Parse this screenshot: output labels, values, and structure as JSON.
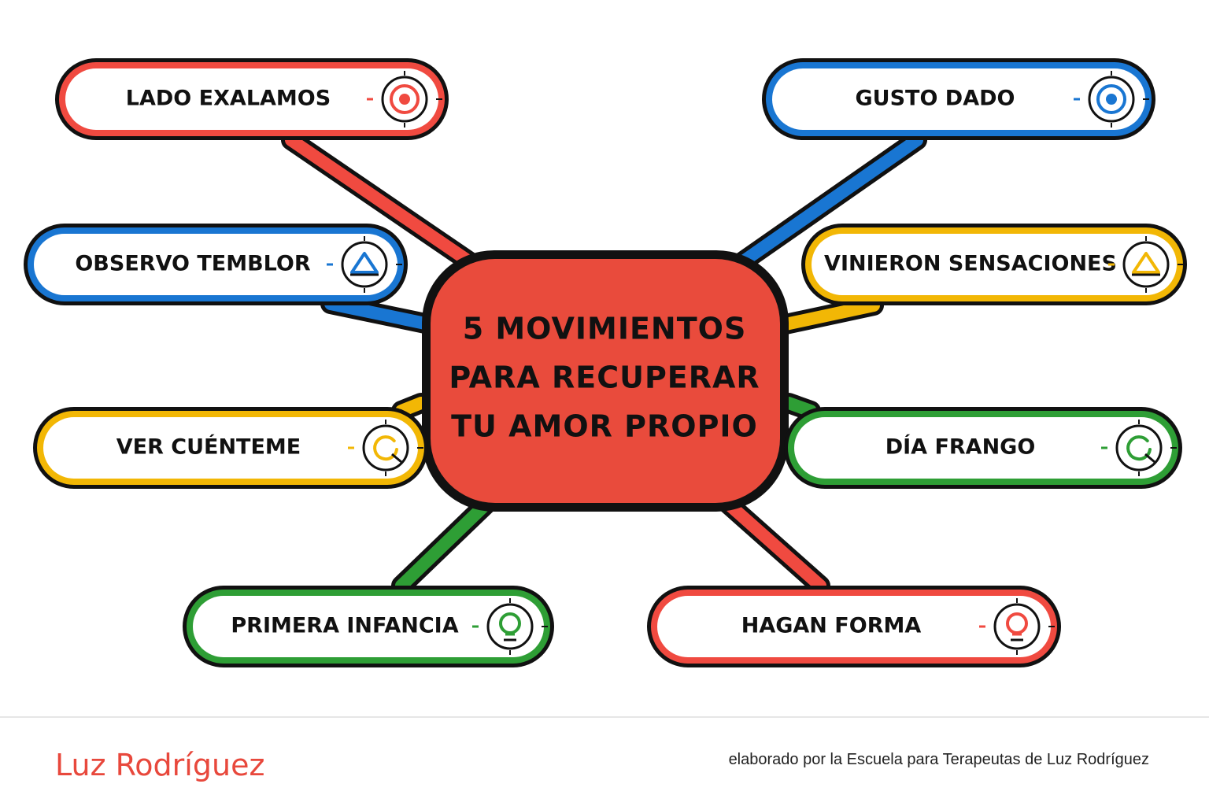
{
  "center": {
    "lines": [
      "5 MOVIMIENTOS",
      "PARA RECUPERAR",
      "TU AMOR PROPIO"
    ],
    "color": "#e94b3c"
  },
  "nodes": [
    {
      "id": "lado-exalamos",
      "label": "LADO EXALAMOS",
      "color": "#f04a40",
      "icon": "target-icon"
    },
    {
      "id": "gusto-dado",
      "label": "GUSTO DADO",
      "color": "#1976d2",
      "icon": "target-icon"
    },
    {
      "id": "observo-temblor",
      "label": "OBSERVO TEMBLOR",
      "color": "#1976d2",
      "icon": "triangle-icon"
    },
    {
      "id": "vinieron-sensaciones",
      "label": "VINIERON SENSACIONES",
      "color": "#f2b705",
      "icon": "triangle-icon"
    },
    {
      "id": "ver-cuenteme",
      "label": "VER CUÉNTEME",
      "color": "#f2b705",
      "icon": "refresh-icon"
    },
    {
      "id": "dia-frango",
      "label": "DÍA FRANGO",
      "color": "#2e9e35",
      "icon": "refresh-icon"
    },
    {
      "id": "primera-infancia",
      "label": "PRIMERA INFANCIA",
      "color": "#2e9e35",
      "icon": "lightbulb-icon"
    },
    {
      "id": "hagan-forma",
      "label": "HAGAN FORMA",
      "color": "#f04a40",
      "icon": "lightbulb-icon"
    }
  ],
  "footer": {
    "author": "Luz Rodríguez",
    "credit": "elaborado por la Escuela para Terapeutas de Luz Rodríguez"
  }
}
